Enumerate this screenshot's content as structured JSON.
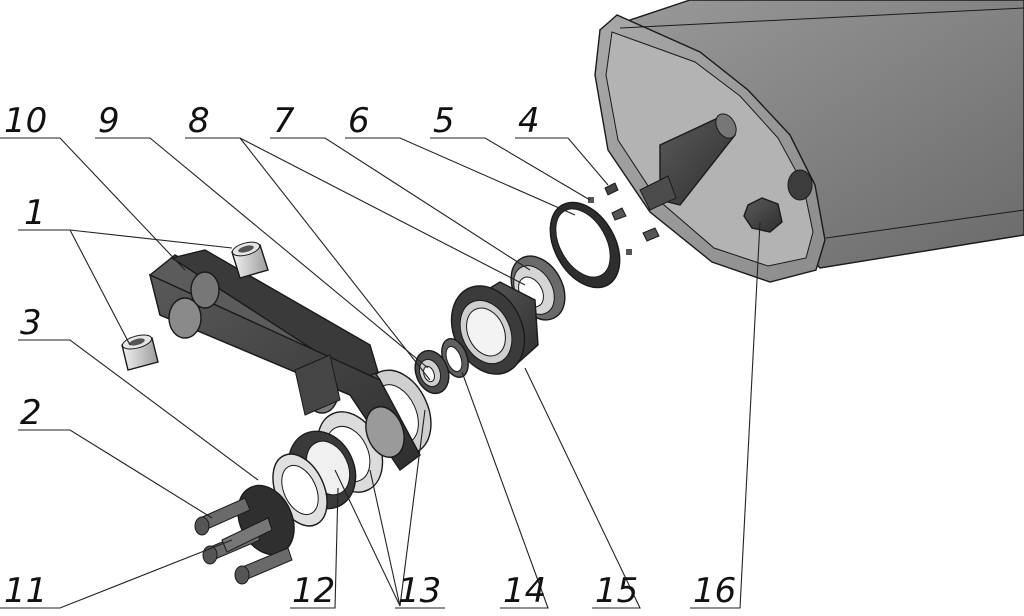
{
  "diagram": {
    "type": "exploded-assembly",
    "callouts": [
      "1",
      "2",
      "3",
      "4",
      "5",
      "6",
      "7",
      "8",
      "9",
      "10",
      "11",
      "12",
      "13",
      "14",
      "15",
      "16"
    ]
  }
}
